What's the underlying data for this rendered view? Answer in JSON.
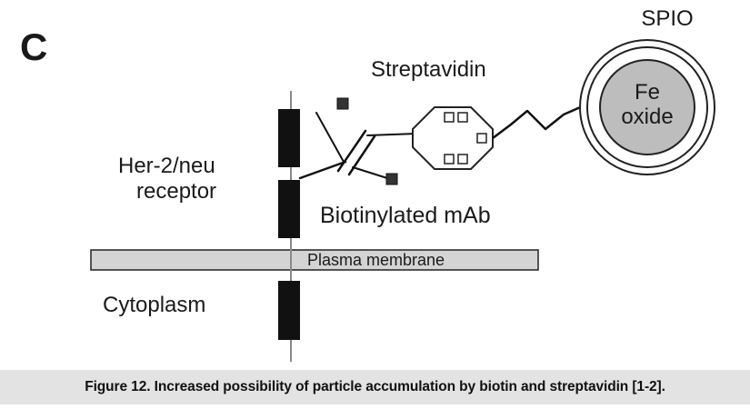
{
  "figure": {
    "panel_label": "C",
    "labels": {
      "spio": "SPIO",
      "fe": "Fe",
      "oxide": "oxide",
      "streptavidin": "Streptavidin",
      "receptor_line1": "Her-2/neu",
      "receptor_line2": "receptor",
      "biotinylated_mab": "Biotinylated mAb",
      "plasma_membrane": "Plasma membrane",
      "cytoplasm": "Cytoplasm"
    },
    "colors": {
      "ink": "#1a1a1a",
      "membrane_fill": "#d4d4d4",
      "fe_oxide_fill": "#bdbdbd",
      "caption_bg": "#e3e3e3"
    }
  },
  "caption": {
    "text": "Figure 12. Increased possibility of particle accumulation by biotin and streptavidin [1-2]."
  }
}
